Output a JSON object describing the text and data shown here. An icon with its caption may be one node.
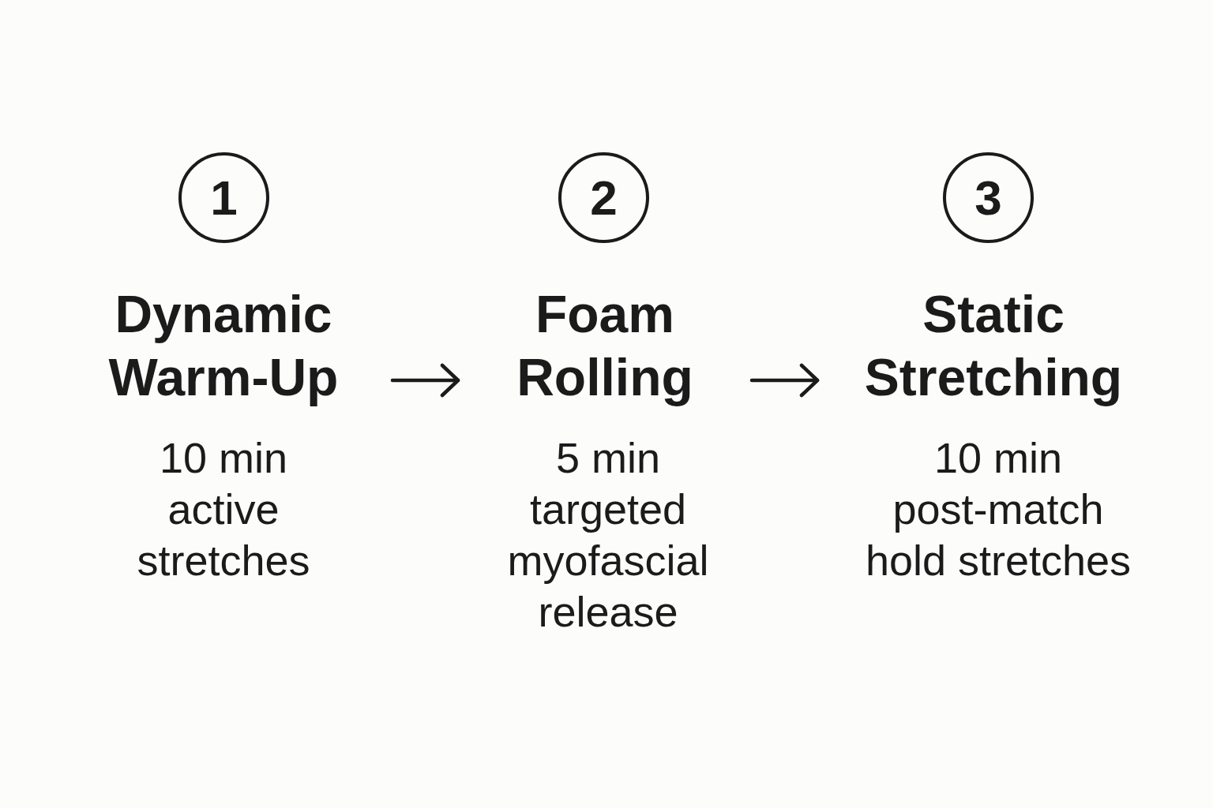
{
  "diagram": {
    "nodes": [
      {
        "text": [
          "1"
        ]
      },
      {
        "text": [
          "Dynamic Warm-Up"
        ],
        "beside": [
          "10 min active stretches"
        ]
      },
      {
        "text": [
          "2"
        ]
      },
      {
        "text": [
          "Foam Rolling"
        ],
        "beside": [
          "5 min targeted myofascial release"
        ]
      },
      {
        "text": [
          "3"
        ]
      },
      {
        "text": [
          "Static Stretching"
        ],
        "beside": [
          "10 min post-match hold stretches"
        ]
      }
    ],
    "edges": [
      {
        "from": 1,
        "to": 3,
        "arrow": "to"
      },
      {
        "from": 3,
        "to": 5,
        "arrow": "to"
      }
    ]
  }
}
